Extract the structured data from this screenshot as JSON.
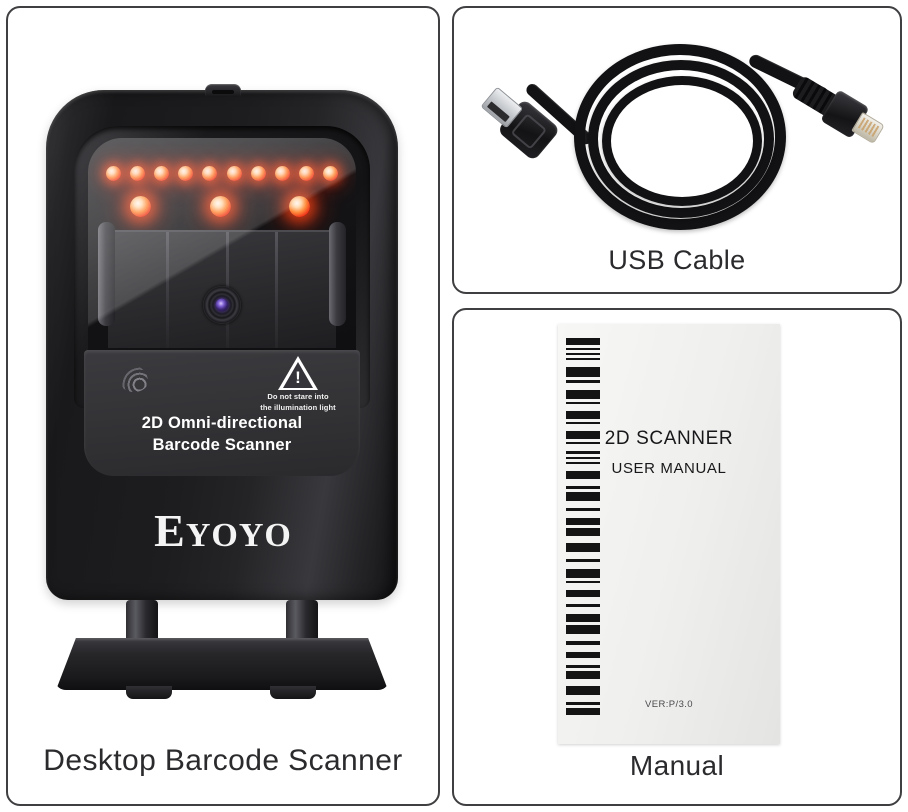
{
  "page": {
    "background": "#ffffff",
    "border_color": "#3f3f42"
  },
  "panels": [
    {
      "id": "scanner",
      "caption": "Desktop Barcode Scanner",
      "product": {
        "brand_cap": "E",
        "brand_rest": "YOYO",
        "model_line_1": "2D Omni-directional",
        "model_line_2": "Barcode Scanner",
        "warning_symbol": "!",
        "warning_line_1": "Do not stare into",
        "warning_line_2": "the illumination light",
        "led_count_top": 10,
        "led_count_bottom": 3,
        "body_color": "#1d1d1f",
        "led_color": "#ff3c14"
      }
    },
    {
      "id": "cable",
      "caption": "USB Cable",
      "product": {
        "connector_left": "usb-a-plug",
        "connector_right": "rj45-plug",
        "cable_color": "#121214"
      }
    },
    {
      "id": "manual",
      "caption": "Manual",
      "product": {
        "title": "2D SCANNER",
        "subtitle": "USER MANUAL",
        "version": "VER:P/3.0",
        "barcode_widths": [
          22,
          6,
          5,
          9,
          0,
          34,
          9,
          0,
          30,
          7,
          0,
          27,
          7,
          0,
          24,
          7,
          0,
          10,
          5,
          9,
          0,
          26,
          0,
          9,
          30,
          0,
          12,
          0,
          22,
          26,
          0,
          30,
          0,
          12,
          0,
          28,
          8,
          0,
          22,
          0,
          11,
          0,
          26,
          30,
          0,
          12,
          0,
          22,
          0,
          10,
          26,
          0,
          30,
          0,
          9,
          24
        ]
      }
    }
  ]
}
